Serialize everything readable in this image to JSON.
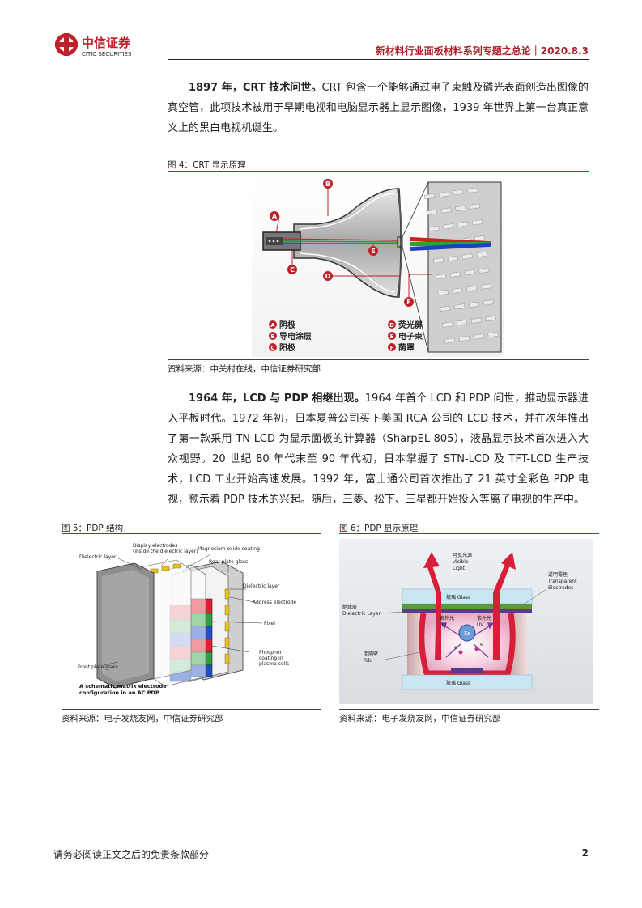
{
  "header": {
    "logo_cn": "中信证券",
    "logo_en": "CITIC SECURITIES",
    "title": "新材料行业面板材料系列专题之总论｜2020.8.3"
  },
  "para1": {
    "lead": "1897 年，CRT 技术问世。",
    "body": "CRT 包含一个能够通过电子束触及磷光表面创造出图像的真空管，此项技术被用于早期电视和电脑显示器上显示图像，1939 年世界上第一台真正意义上的黑白电视机诞生。"
  },
  "fig4": {
    "caption": "图 4：CRT 显示原理",
    "source": "资料来源：中关村在线，中信证券研究部",
    "markers": [
      "A",
      "B",
      "C",
      "D",
      "E",
      "F"
    ],
    "legend": [
      {
        "key": "A",
        "text": "阴极"
      },
      {
        "key": "B",
        "text": "导电涂层"
      },
      {
        "key": "C",
        "text": "阳极"
      },
      {
        "key": "D",
        "text": "荧光屏"
      },
      {
        "key": "E",
        "text": "电子束"
      },
      {
        "key": "F",
        "text": "荫罩"
      }
    ]
  },
  "para2": {
    "lead": "1964 年，LCD 与 PDP 相继出现。",
    "body": "1964 年首个 LCD 和 PDP 问世，推动显示器进入平板时代。1972 年初，日本夏普公司买下美国 RCA 公司的 LCD 技术，并在次年推出了第一款采用 TN-LCD 为显示面板的计算器（SharpEL-805），液晶显示技术首次进入大众视野。20 世纪 80 年代末至 90 年代初，日本掌握了 STN-LCD 及 TFT-LCD 生产技术，LCD 工业开始高速发展。1992 年，富士通公司首次推出了 21 英寸全彩色 PDP 电视，预示着 PDP 技术的兴起。随后，三菱、松下、三星都开始投入等离子电视的生产中。"
  },
  "fig5": {
    "caption": "图 5：PDP 结构",
    "source": "资料来源：电子发烧友网，中信证券研究部",
    "labels": {
      "dielectric_top": "Dielectric layer",
      "display_electrodes": "Display electrodes",
      "display_electrodes_sub": "(inside the dielectric layer)",
      "mgo": "Magnesium oxide coating",
      "rear_glass": "Rear plate glass",
      "dielectric_right": "Dielectric layer",
      "address_electrode": "Address electrode",
      "pixel": "Pixel",
      "phosphor1": "Phosphor",
      "phosphor2": "coating in",
      "phosphor3": "plasma cells",
      "front_glass": "Front plate glass",
      "note1": "A schematic matrix electrode",
      "note2": "configuration in an AC PDP"
    }
  },
  "fig6": {
    "caption": "图 6：PDP 显示原理",
    "source": "资料来源：电子发烧友网，中信证券研究部",
    "labels": {
      "visible_cn": "可见光源",
      "visible_en1": "Visible",
      "visible_en2": "Light",
      "transparent_cn": "透明電極",
      "transparent_en1": "Transparent",
      "transparent_en2": "Electrodes",
      "glass_top": "玻璃 Glass",
      "dielectric_cn": "絶緣層",
      "dielectric_en": "Dielectric Layer",
      "uv_left_cn": "紫外光",
      "uv_left_en": "UV",
      "uv_right_cn": "紫外光",
      "uv_right_en": "UV",
      "xe": "Xe",
      "e1": "e",
      "e2": "e",
      "rib_cn": "間隔壁",
      "rib_en": "Rib",
      "glass_bottom": "玻璃 Glass"
    }
  },
  "footer": {
    "disclaimer": "请务必阅读正文之后的免责条款部分",
    "page": "2"
  },
  "colors": {
    "brand_red": "#b0202a",
    "plasma_red": "#d81f3a",
    "electrode_green": "#5a9a3a",
    "dielectric_purple": "#5a3a8a"
  }
}
